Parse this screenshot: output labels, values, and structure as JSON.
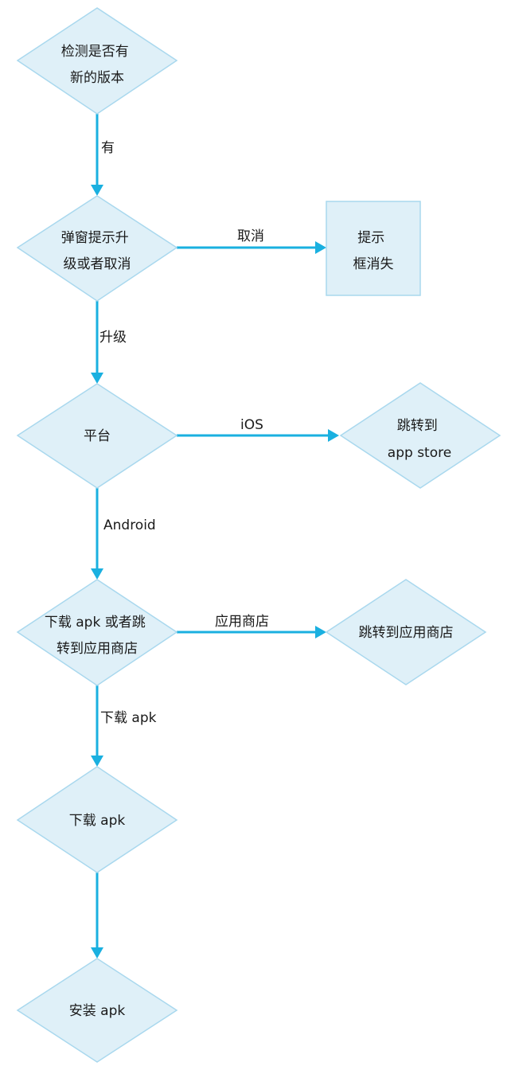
{
  "nodes": {
    "check_version": {
      "lines": [
        "检测是否有",
        "新的版本"
      ]
    },
    "prompt_dialog": {
      "lines": [
        "弹窗提示升",
        "级或者取消"
      ]
    },
    "dialog_dismiss": {
      "lines": [
        "提示",
        "框消失"
      ]
    },
    "platform": {
      "lines": [
        "平台"
      ]
    },
    "goto_app_store": {
      "lines": [
        "跳转到",
        "app store"
      ]
    },
    "download_or_store": {
      "lines": [
        "下载 apk 或者跳",
        "转到应用商店"
      ]
    },
    "goto_market": {
      "lines": [
        "跳转到应用商店"
      ]
    },
    "download_apk": {
      "lines": [
        "下载 apk"
      ]
    },
    "install_apk": {
      "lines": [
        "安装 apk"
      ]
    }
  },
  "edges": {
    "has_update": "有",
    "cancel": "取消",
    "upgrade": "升级",
    "ios": "iOS",
    "android": "Android",
    "app_market": "应用商店",
    "download": "下载 apk"
  },
  "colors": {
    "shape_fill": "#dff0f8",
    "shape_stroke": "#a9d8ee",
    "edge": "#1ab0e0",
    "text": "#1a1a1a"
  }
}
